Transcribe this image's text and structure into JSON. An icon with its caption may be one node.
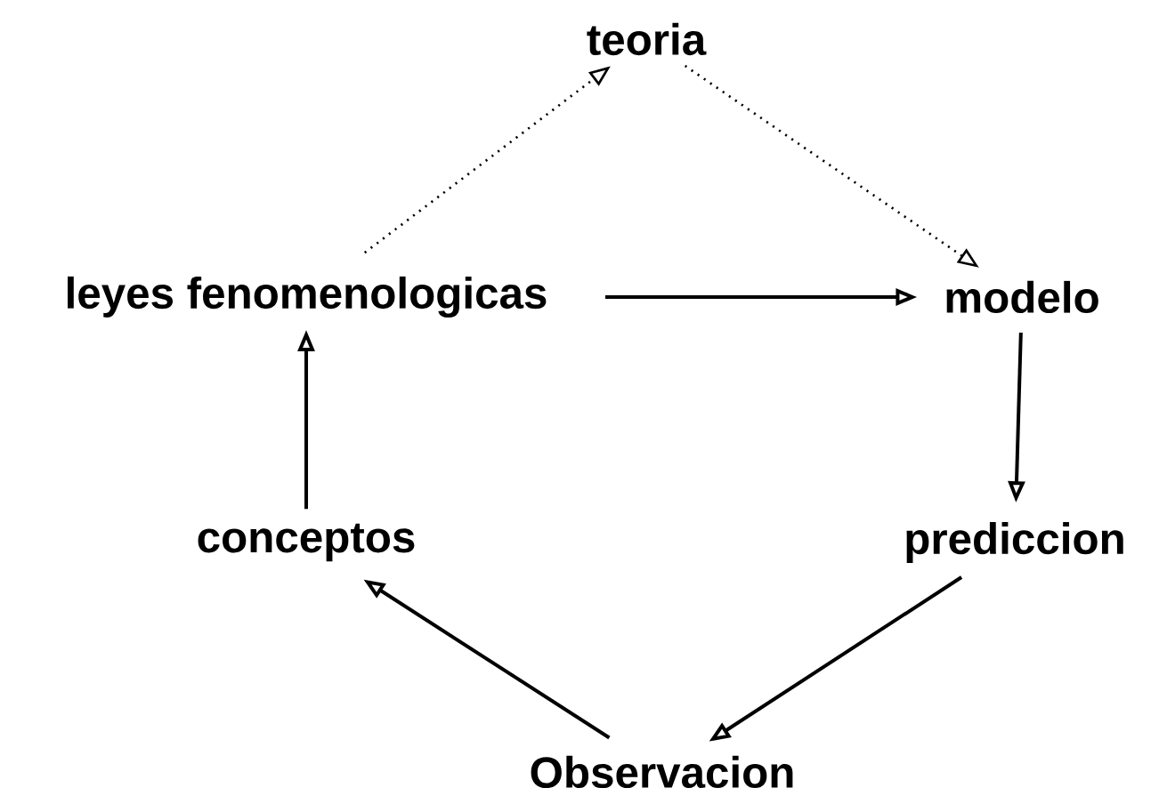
{
  "diagram": {
    "nodes": [
      {
        "text": [
          "teoria"
        ]
      },
      {
        "text": [
          "leyes fenomenologicas"
        ]
      },
      {
        "text": [
          "modelo"
        ]
      },
      {
        "text": [
          "conceptos"
        ]
      },
      {
        "text": [
          "prediccion"
        ]
      },
      {
        "text": [
          "Observacion"
        ]
      }
    ],
    "edges": [
      {
        "from": 1,
        "to": 0,
        "arrow": "to",
        "style": "dashed"
      },
      {
        "from": 0,
        "to": 2,
        "arrow": "to",
        "style": "dashed"
      },
      {
        "from": 1,
        "to": 2,
        "arrow": "to"
      },
      {
        "from": 2,
        "to": 4,
        "arrow": "to"
      },
      {
        "from": 4,
        "to": 5,
        "arrow": "to"
      },
      {
        "from": 5,
        "to": 3,
        "arrow": "to"
      },
      {
        "from": 3,
        "to": 1,
        "arrow": "to"
      }
    ]
  }
}
